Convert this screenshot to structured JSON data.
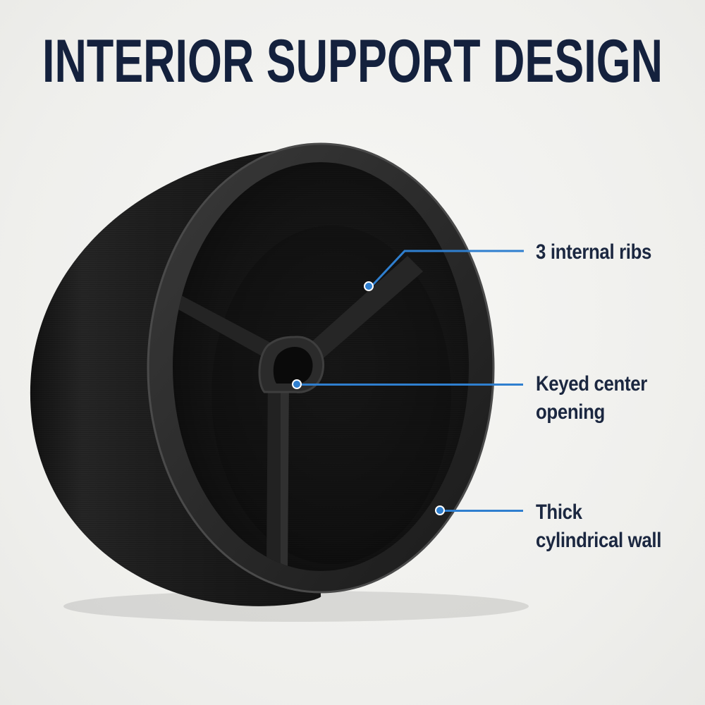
{
  "headline": {
    "text": "INTERIOR SUPPORT DESIGN",
    "color": "#14213d"
  },
  "product": {
    "body_color": "#1d1d1d",
    "rim_color": "#2b2b2b",
    "cavity_color": "#151515",
    "rib_count": 3
  },
  "callouts": [
    {
      "lines": [
        "3 internal ribs"
      ]
    },
    {
      "lines": [
        "Keyed center",
        "opening"
      ]
    },
    {
      "lines": [
        "Thick",
        "cylindrical wall"
      ]
    }
  ],
  "accent_color": "#2f7fcf",
  "label_color": "#1b2740"
}
